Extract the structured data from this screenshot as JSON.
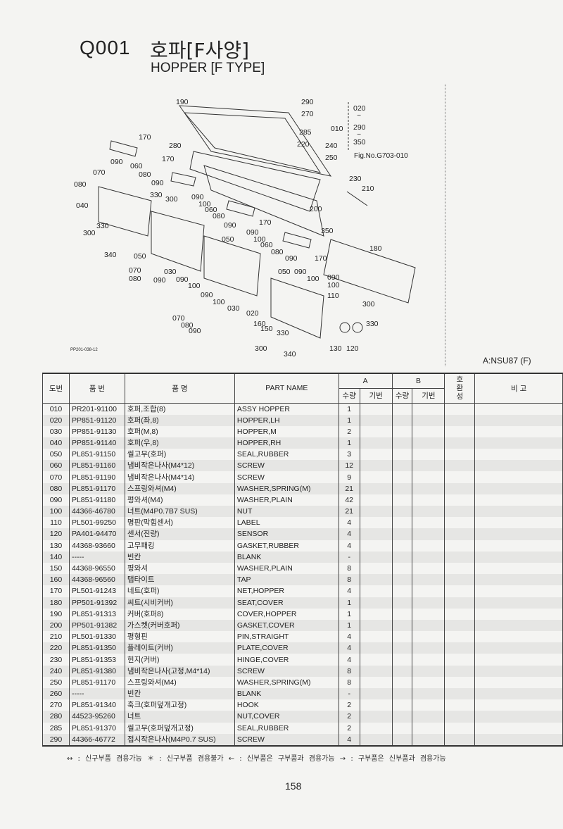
{
  "header": {
    "code": "Q001",
    "title_ko": "호파[F사양]",
    "title_en": "HOPPER [F TYPE]"
  },
  "diagram": {
    "callouts": [
      "190",
      "290",
      "270",
      "020",
      "~",
      "290",
      "~",
      "350",
      "010",
      "285",
      "220",
      "240",
      "250",
      "Fig.No.G703-010",
      "170",
      "280",
      "090",
      "060",
      "080",
      "070",
      "090",
      "080",
      "330",
      "170",
      "230",
      "210",
      "040",
      "300",
      "090",
      "100",
      "060",
      "080",
      "090",
      "170",
      "200",
      "350",
      "330",
      "300",
      "050",
      "090",
      "100",
      "060",
      "080",
      "090",
      "170",
      "180",
      "340",
      "050",
      "070",
      "080",
      "030",
      "090",
      "090",
      "100",
      "050",
      "090",
      "090",
      "100",
      "100",
      "090",
      "100",
      "110",
      "030",
      "300",
      "020",
      "070",
      "080",
      "090",
      "160",
      "150",
      "330",
      "330",
      "130",
      "120",
      "300",
      "340"
    ],
    "drawing_code": "PP201-038-12",
    "model_note": "A:NSU87 (F)"
  },
  "table": {
    "headers": {
      "no": "도번",
      "part_no": "품 번",
      "name_ko": "품 명",
      "part_name": "PART NAME",
      "a": "A",
      "b": "B",
      "qty": "수량",
      "model": "기번",
      "compat": "호환성",
      "remarks": "비 고"
    },
    "rows": [
      [
        "010",
        "PR201-91100",
        "호퍼,조합(8)",
        "ASSY HOPPER",
        "1"
      ],
      [
        "020",
        "PP851-91120",
        "호퍼(좌,8)",
        "HOPPER,LH",
        "1"
      ],
      [
        "030",
        "PP851-91130",
        "호퍼(M,8)",
        "HOPPER,M",
        "2"
      ],
      [
        "040",
        "PP851-91140",
        "호퍼(우,8)",
        "HOPPER,RH",
        "1"
      ],
      [
        "050",
        "PL851-91150",
        "씰고무(호퍼)",
        "SEAL,RUBBER",
        "3"
      ],
      [
        "060",
        "PL851-91160",
        "냄비작은나사(M4*12)",
        "SCREW",
        "12"
      ],
      [
        "070",
        "PL851-91190",
        "냄비작은나사(M4*14)",
        "SCREW",
        "9"
      ],
      [
        "080",
        "PL851-91170",
        "스프링와셔(M4)",
        "WASHER,SPRING(M)",
        "21"
      ],
      [
        "090",
        "PL851-91180",
        "평와셔(M4)",
        "WASHER,PLAIN",
        "42"
      ],
      [
        "100",
        "44366-46780",
        "너트(M4P0.7B7 SUS)",
        "NUT",
        "21"
      ],
      [
        "110",
        "PL501-99250",
        "명판(막힘센서)",
        "LABEL",
        "4"
      ],
      [
        "120",
        "PA401-94470",
        "센서(진량)",
        "SENSOR",
        "4"
      ],
      [
        "130",
        "44368-93660",
        "고무패킹",
        "GASKET,RUBBER",
        "4"
      ],
      [
        "140",
        "-----",
        "빈칸",
        "BLANK",
        "-"
      ],
      [
        "150",
        "44368-96550",
        "평와셔",
        "WASHER,PLAIN",
        "8"
      ],
      [
        "160",
        "44368-96560",
        "탭타이트",
        "TAP",
        "8"
      ],
      [
        "170",
        "PL501-91243",
        "네트(호퍼)",
        "NET,HOPPER",
        "4"
      ],
      [
        "180",
        "PP501-91392",
        "씨트(시비커버)",
        "SEAT,COVER",
        "1"
      ],
      [
        "190",
        "PL851-91313",
        "커버(호퍼8)",
        "COVER,HOPPER",
        "1"
      ],
      [
        "200",
        "PP501-91382",
        "가스켓(커버호퍼)",
        "GASKET,COVER",
        "1"
      ],
      [
        "210",
        "PL501-91330",
        "평형핀",
        "PIN,STRAIGHT",
        "4"
      ],
      [
        "220",
        "PL851-91350",
        "플레이트(커버)",
        "PLATE,COVER",
        "4"
      ],
      [
        "230",
        "PL851-91353",
        "힌지(커버)",
        "HINGE,COVER",
        "4"
      ],
      [
        "240",
        "PL851-91380",
        "냄비작은나사(고정,M4*14)",
        "SCREW",
        "8"
      ],
      [
        "250",
        "PL851-91170",
        "스프링와셔(M4)",
        "WASHER,SPRING(M)",
        "8"
      ],
      [
        "260",
        "-----",
        "빈칸",
        "BLANK",
        "-"
      ],
      [
        "270",
        "PL851-91340",
        "훅크(호퍼덮개고정)",
        "HOOK",
        "2"
      ],
      [
        "280",
        "44523-95260",
        "너트",
        "NUT,COVER",
        "2"
      ],
      [
        "285",
        "PL851-91370",
        "씰고무(호퍼덮개고정)",
        "SEAL,RUBBER",
        "2"
      ],
      [
        "290",
        "44366-46772",
        "접시작은나사(M4P0.7 SUS)",
        "SCREW",
        "4"
      ]
    ]
  },
  "footer": {
    "legend": "↔ : 신구부품 겸용가능   ＊ : 신구부품 겸용불가   ← : 신부품은 구부품과 겸용가능   → : 구부품은 신부품과 겸용가능",
    "page": "158"
  }
}
